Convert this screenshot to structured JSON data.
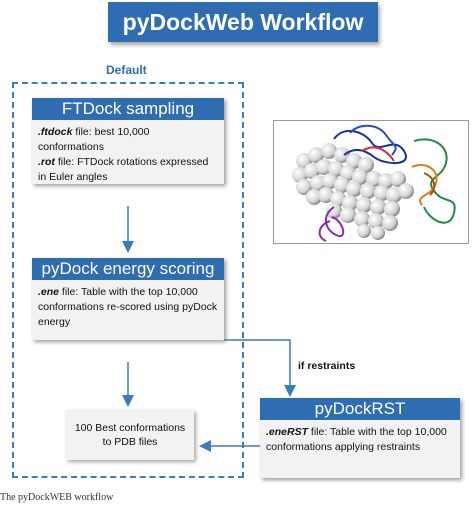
{
  "title": "pyDockWeb Workflow",
  "default_label": "Default",
  "ftdock": {
    "header": "FTDock sampling",
    "line1_file": ".ftdock",
    "line1_text": " file: best 10,000 conformations",
    "line2_file": ".rot",
    "line2_text": " file: FTDock rotations expressed in Euler angles"
  },
  "pydock": {
    "header": "pyDock energy scoring",
    "file": ".ene",
    "text": " file: Table with the top 10,000 conformations re-scored using pyDock energy"
  },
  "best": {
    "line1": "100 Best conformations",
    "line2": "to PDB files"
  },
  "pydockrst": {
    "header": "pyDockRST",
    "file": ".eneRST",
    "text": " file: Table with the top 10,000 conformations applying restraints"
  },
  "if_restraints": "if restraints",
  "caption": "The  pyDockWEB workflow",
  "colors": {
    "accent": "#2f6db3",
    "box_bg": "#f2f2f2"
  }
}
